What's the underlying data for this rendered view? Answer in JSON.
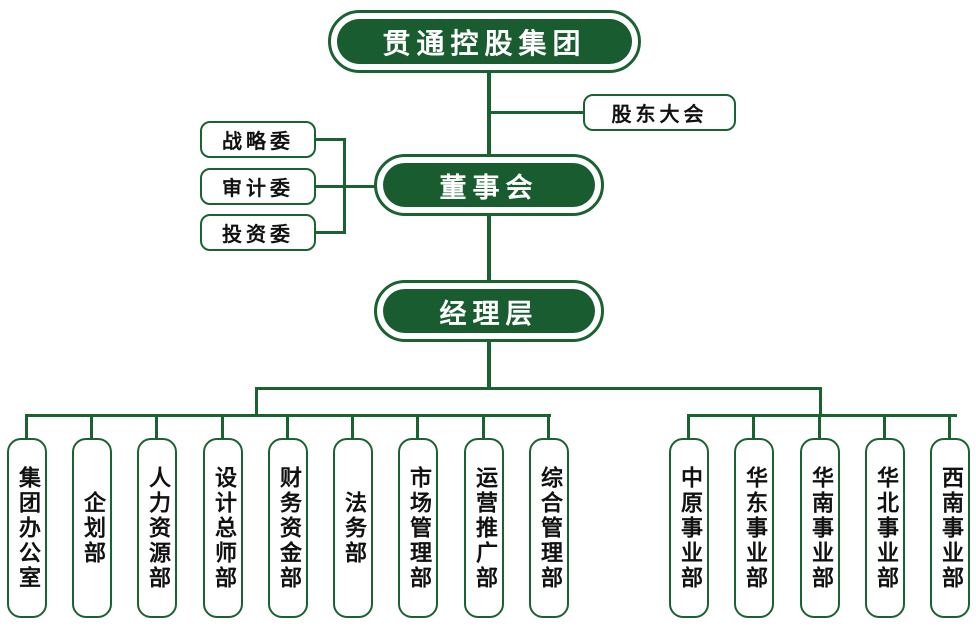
{
  "colors": {
    "primary": "#185c30",
    "line": "#1a6330",
    "text": "#111111"
  },
  "top": {
    "label": "贯通控股集团"
  },
  "shareholders": {
    "label": "股东大会"
  },
  "board": {
    "label": "董事会"
  },
  "committees": [
    {
      "label": "战略委"
    },
    {
      "label": "审计委"
    },
    {
      "label": "投资委"
    }
  ],
  "management": {
    "label": "经理层"
  },
  "functional_departments": [
    {
      "label": "集团办公室"
    },
    {
      "label": "企划部"
    },
    {
      "label": "人力资源部"
    },
    {
      "label": "设计总师部"
    },
    {
      "label": "财务资金部"
    },
    {
      "label": "法务部"
    },
    {
      "label": "市场管理部"
    },
    {
      "label": "运营推广部"
    },
    {
      "label": "综合管理部"
    }
  ],
  "business_units": [
    {
      "label": "中原事业部"
    },
    {
      "label": "华东事业部"
    },
    {
      "label": "华南事业部"
    },
    {
      "label": "华北事业部"
    },
    {
      "label": "西南事业部"
    }
  ]
}
